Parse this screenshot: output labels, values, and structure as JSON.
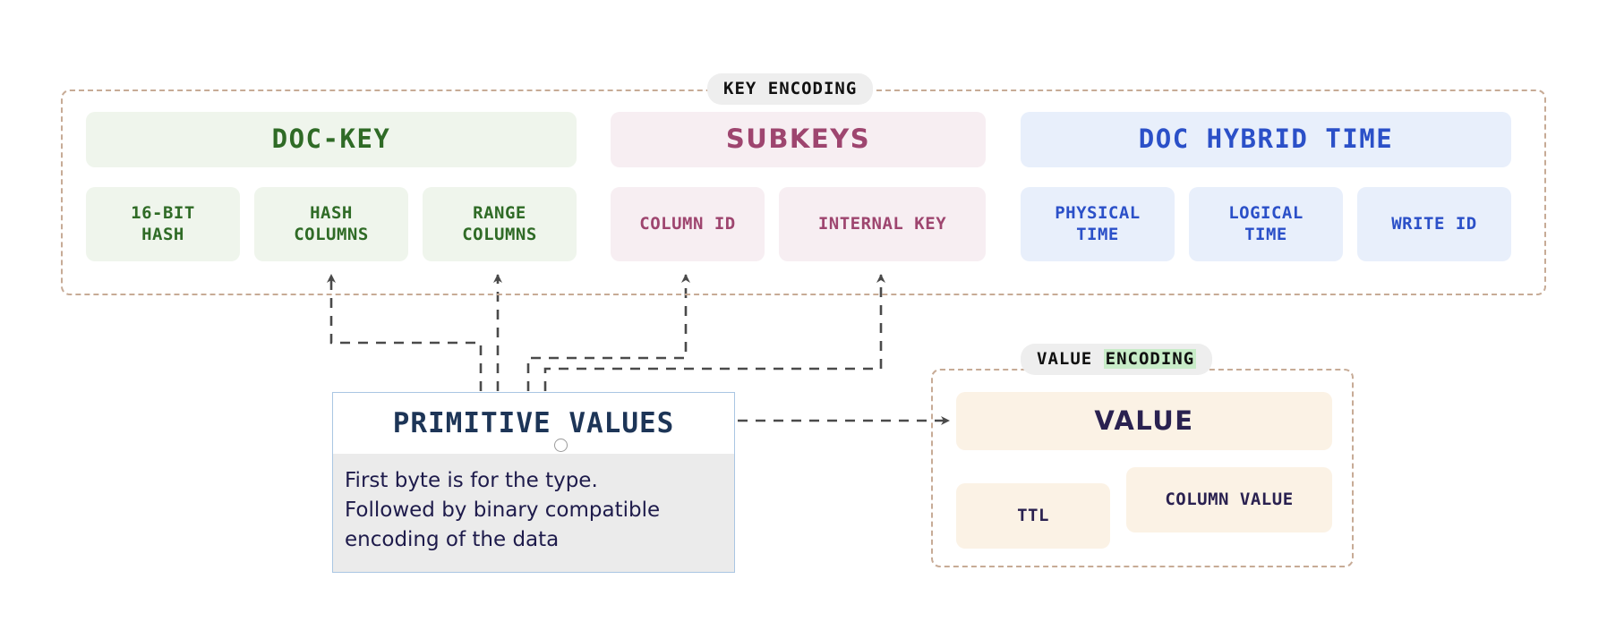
{
  "diagram": {
    "title": "Key Encoding and Value Encoding",
    "colors": {
      "key_group_border": "#c7ab96",
      "doc_key_bg": "#eff5ec",
      "doc_key_fg": "#2f6b26",
      "subkeys_bg": "#f7eef2",
      "subkeys_fg": "#9e456f",
      "doc_hybrid_time_bg": "#e8effb",
      "doc_hybrid_time_fg": "#2b50c8",
      "value_bg": "#fbf2e5",
      "value_fg": "#2a2150",
      "node_border": "#aac6e3",
      "node_body_bg": "#ebebeb",
      "connector": "#4a4a4a",
      "highlight_green": "#c8ecc8"
    }
  },
  "key_encoding": {
    "label": "KEY ENCODING",
    "columns": [
      {
        "header": "DOC-KEY",
        "theme": "green",
        "items": [
          "16-BIT\nHASH",
          "HASH\nCOLUMNS",
          "RANGE\nCOLUMNS"
        ]
      },
      {
        "header": "SUBKEYS",
        "theme": "pink",
        "items": [
          "COLUMN ID",
          "INTERNAL KEY"
        ]
      },
      {
        "header": "DOC HYBRID TIME",
        "theme": "blue",
        "items": [
          "PHYSICAL\nTIME",
          "LOGICAL\nTIME",
          "WRITE ID"
        ]
      }
    ]
  },
  "value_encoding": {
    "label_plain": "VALUE ",
    "label_highlight": "ENCODING",
    "header": "VALUE",
    "items": [
      "TTL",
      "COLUMN VALUE"
    ]
  },
  "primitive_values": {
    "title": "PRIMITIVE VALUES",
    "body": "First byte is for the type.\nFollowed by binary compatible\nencoding of the data"
  }
}
